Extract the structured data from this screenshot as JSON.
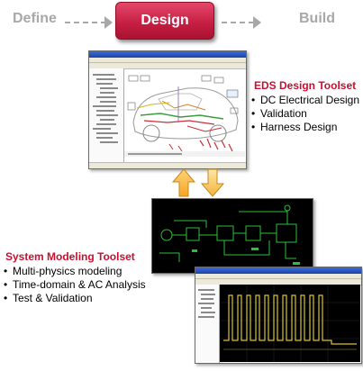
{
  "process": {
    "steps": [
      "Define",
      "Design",
      "Build"
    ],
    "active_step": "Design"
  },
  "eds": {
    "title": "EDS Design Toolset",
    "items": [
      "DC Electrical Design",
      "Validation",
      "Harness Design"
    ]
  },
  "system": {
    "title": "System Modeling Toolset",
    "items": [
      "Multi-physics modeling",
      "Time-domain & AC Analysis",
      "Test & Validation"
    ]
  },
  "colors": {
    "accent": "#c8102e",
    "inactive_step": "#a8a8a8",
    "arrow_up": "#f5a623",
    "arrow_down": "#f0b43c",
    "schematic_bg": "#000000",
    "waveform": "#d8c428"
  },
  "icons": {
    "flow_arrow": "dashed-arrow-right-icon",
    "exchange_up": "arrow-up-icon",
    "exchange_down": "arrow-down-icon"
  }
}
